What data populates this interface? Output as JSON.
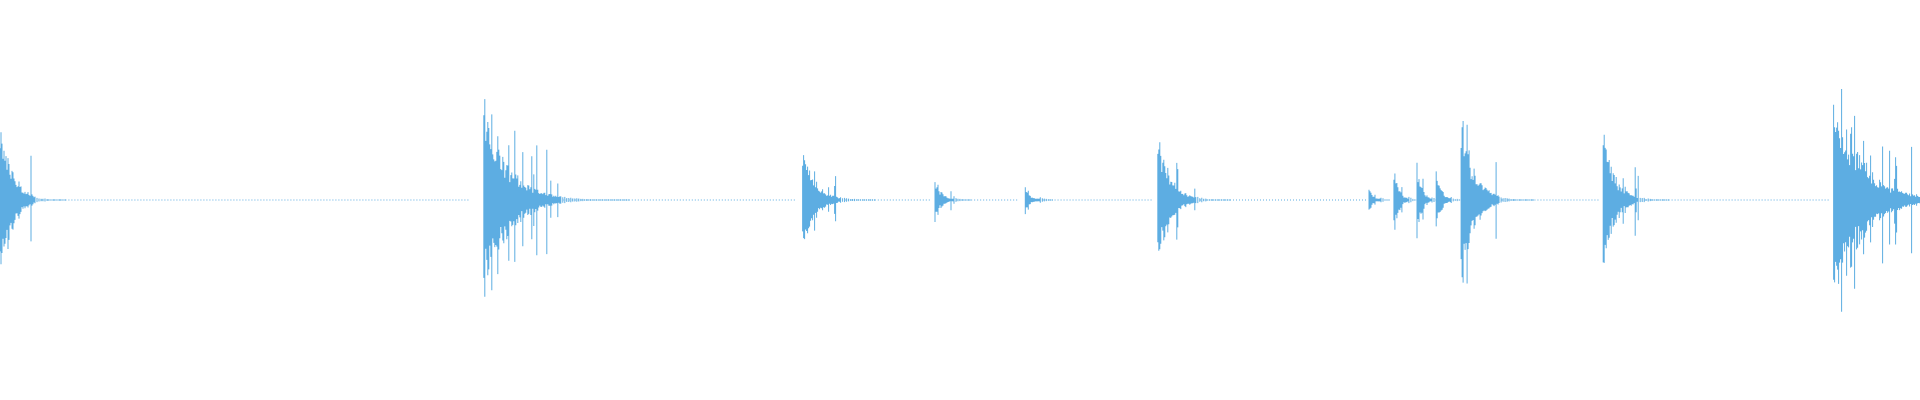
{
  "waveform": {
    "color": "#5dade2",
    "bursts": [
      {
        "start": 0.0,
        "peak": 0.55,
        "width": 0.018
      },
      {
        "start": 0.252,
        "peak": 0.55,
        "width": 0.04
      },
      {
        "start": 0.418,
        "peak": 0.32,
        "width": 0.02
      },
      {
        "start": 0.487,
        "peak": 0.13,
        "width": 0.01
      },
      {
        "start": 0.534,
        "peak": 0.08,
        "width": 0.008
      },
      {
        "start": 0.603,
        "peak": 0.4,
        "width": 0.02
      },
      {
        "start": 0.713,
        "peak": 0.08,
        "width": 0.006
      },
      {
        "start": 0.726,
        "peak": 0.2,
        "width": 0.008
      },
      {
        "start": 0.738,
        "peak": 0.22,
        "width": 0.008
      },
      {
        "start": 0.748,
        "peak": 0.2,
        "width": 0.008
      },
      {
        "start": 0.761,
        "peak": 0.55,
        "width": 0.02
      },
      {
        "start": 0.835,
        "peak": 0.4,
        "width": 0.018
      },
      {
        "start": 0.955,
        "peak": 0.66,
        "width": 0.045
      }
    ],
    "silence_segments": [
      {
        "from": 0.02,
        "to": 0.245
      },
      {
        "from": 0.29,
        "to": 0.415
      },
      {
        "from": 0.44,
        "to": 0.485
      },
      {
        "from": 0.498,
        "to": 0.53
      },
      {
        "from": 0.543,
        "to": 0.6
      },
      {
        "from": 0.625,
        "to": 0.712
      },
      {
        "from": 0.782,
        "to": 0.833
      },
      {
        "from": 0.855,
        "to": 0.953
      }
    ]
  }
}
